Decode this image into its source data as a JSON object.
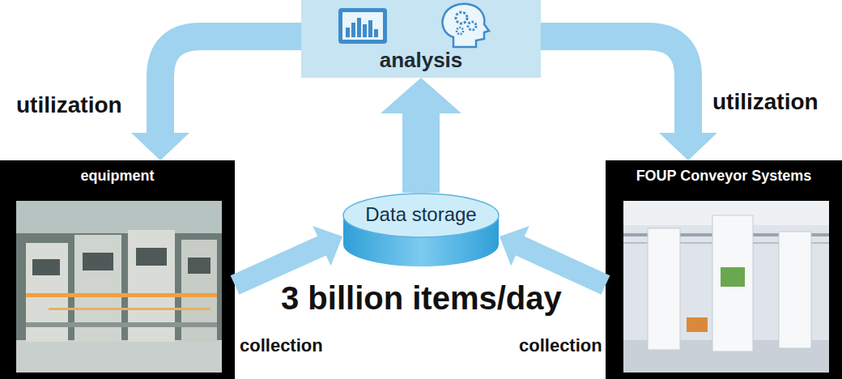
{
  "diagram": {
    "nodes": [
      {
        "text": [
          "analysis"
        ]
      },
      {
        "text": [
          "equipment"
        ]
      },
      {
        "text": [
          "Data storage"
        ]
      },
      {
        "text": [
          "FOUP Conveyor Systems"
        ]
      }
    ],
    "edges": [
      {
        "from": 0,
        "to": 1,
        "label": "utilization",
        "arrow": "to"
      },
      {
        "from": 0,
        "to": 3,
        "label": "utilization",
        "arrow": "to"
      },
      {
        "from": 2,
        "to": 0,
        "arrow": "to"
      },
      {
        "from": 1,
        "to": 2,
        "label": "collection",
        "arrow": "to"
      },
      {
        "from": 3,
        "to": 2,
        "label": "collection",
        "arrow": "to"
      }
    ],
    "labels": [
      "3 billion items/day"
    ]
  }
}
